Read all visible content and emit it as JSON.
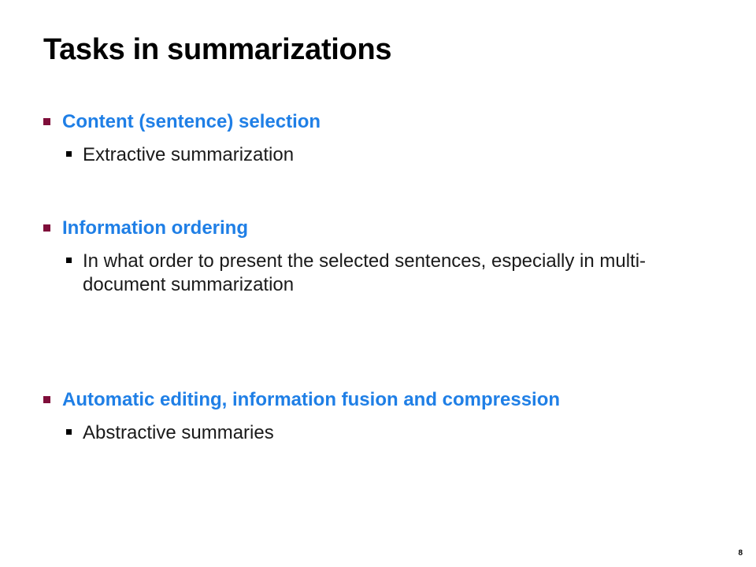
{
  "slide": {
    "title": "Tasks in summarizations",
    "items": [
      {
        "heading": "Content (sentence) selection",
        "sub": "Extractive summarization"
      },
      {
        "heading": "Information ordering",
        "sub": "In what order to present the selected sentences, especially in multi-document summarization"
      },
      {
        "heading": "Automatic editing, information fusion and compression",
        "sub": "Abstractive summaries"
      }
    ],
    "page_number": "8"
  },
  "colors": {
    "heading_blue": "#1f7fe6",
    "bullet_maroon": "#7f0e3a",
    "text": "#1a1a1a"
  }
}
